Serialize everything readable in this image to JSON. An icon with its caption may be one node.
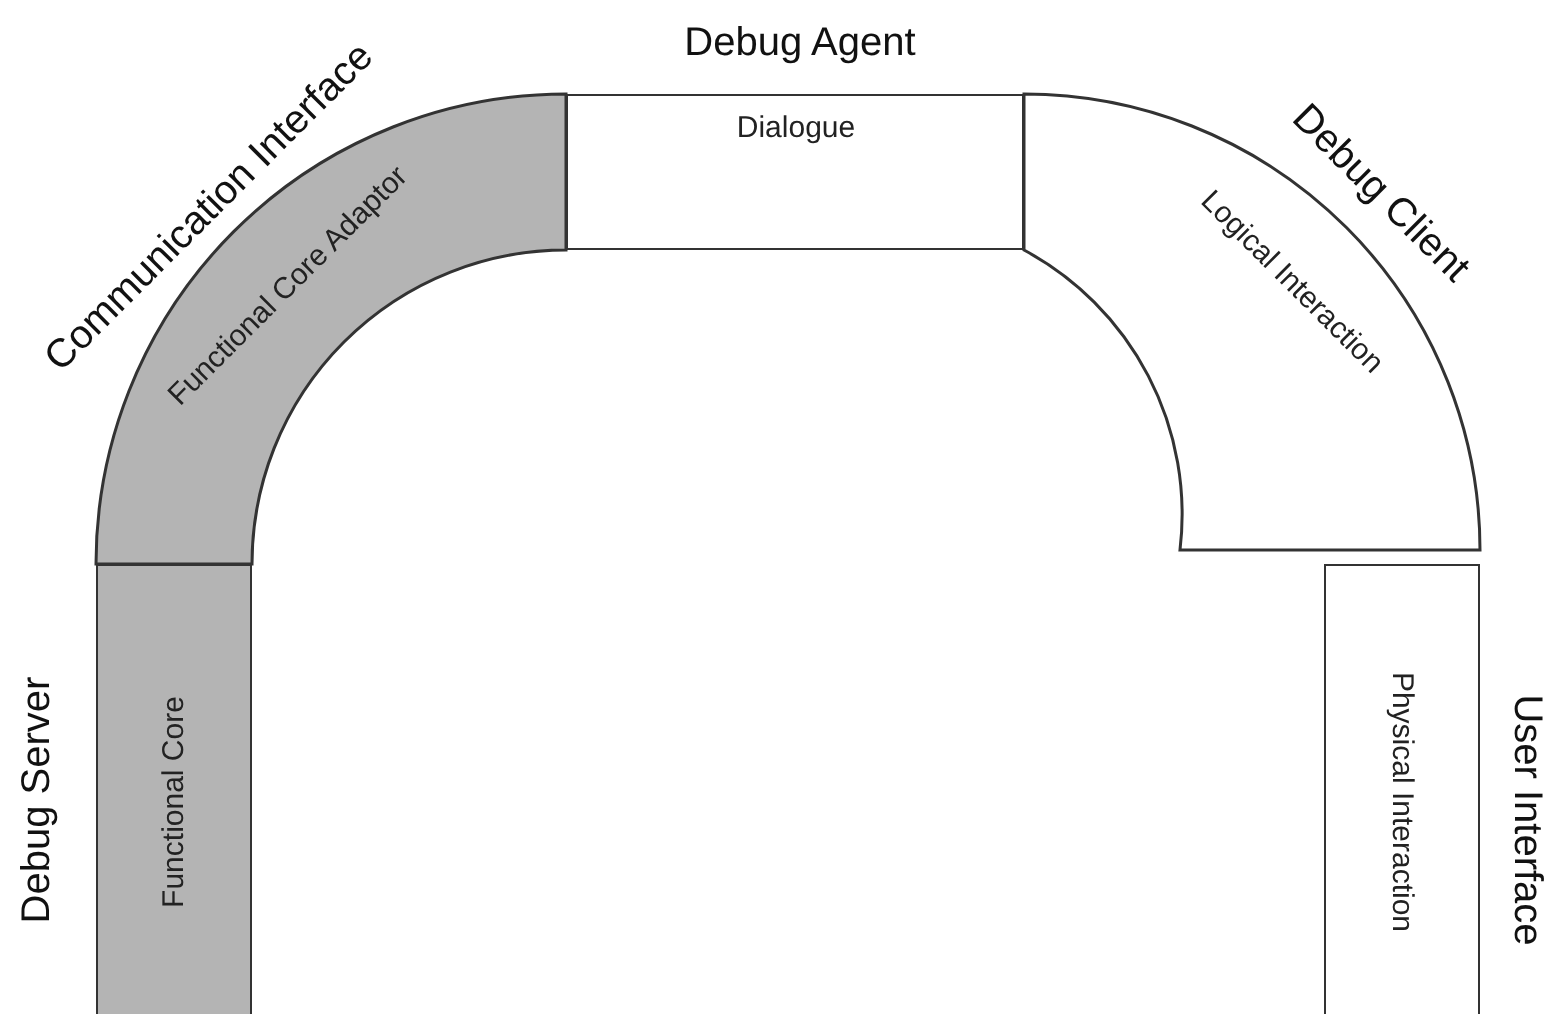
{
  "diagram": {
    "nodes": [
      {
        "text": [
          "Functional Core Adaptor"
        ],
        "beside": [
          "Communication Interface"
        ]
      },
      {
        "text": [
          "Dialogue"
        ],
        "beside": [
          "Debug Agent"
        ]
      },
      {
        "text": [
          "Logical Interaction"
        ],
        "beside": [
          "Debug Client"
        ]
      },
      {
        "text": [
          "Functional Core"
        ],
        "beside": [
          "Debug Server"
        ]
      },
      {
        "text": [
          "Physical Interaction"
        ],
        "beside": [
          "User Interface"
        ]
      }
    ]
  }
}
